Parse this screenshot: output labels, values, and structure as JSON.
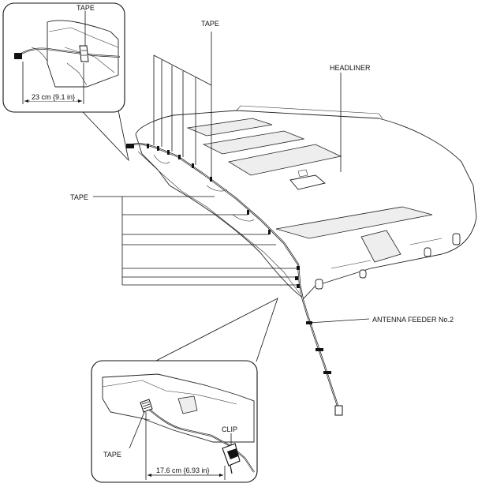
{
  "labels": {
    "tape_inset_top": "TAPE",
    "tape_top": "TAPE",
    "headliner": "HEADLINER",
    "tape_left": "TAPE",
    "antenna_feeder": "ANTENNA FEEDER No.2",
    "clip": "CLIP",
    "tape_inset_bottom": "TAPE",
    "dim_top": "23 cm {9.1 in}",
    "dim_bottom": "17.6 cm {6.93 in}"
  }
}
